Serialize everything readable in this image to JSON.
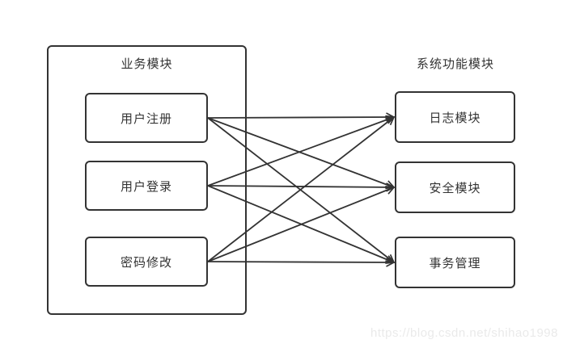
{
  "diagram": {
    "left_group": {
      "title": "业务模块",
      "nodes": [
        {
          "id": "register",
          "label": "用户注册"
        },
        {
          "id": "login",
          "label": "用户登录"
        },
        {
          "id": "password",
          "label": "密码修改"
        }
      ]
    },
    "right_group": {
      "title": "系统功能模块",
      "nodes": [
        {
          "id": "log",
          "label": "日志模块"
        },
        {
          "id": "security",
          "label": "安全模块"
        },
        {
          "id": "transaction",
          "label": "事务管理"
        }
      ]
    },
    "edges": [
      {
        "from": "register",
        "to": "log"
      },
      {
        "from": "register",
        "to": "security"
      },
      {
        "from": "register",
        "to": "transaction"
      },
      {
        "from": "login",
        "to": "log"
      },
      {
        "from": "login",
        "to": "security"
      },
      {
        "from": "login",
        "to": "transaction"
      },
      {
        "from": "password",
        "to": "log"
      },
      {
        "from": "password",
        "to": "security"
      },
      {
        "from": "password",
        "to": "transaction"
      }
    ],
    "colors": {
      "stroke": "#333333",
      "text": "#333333",
      "background": "#ffffff",
      "watermark": "#eaeaea"
    }
  },
  "watermark": {
    "text": "https://blog.csdn.net/shihao1998"
  }
}
